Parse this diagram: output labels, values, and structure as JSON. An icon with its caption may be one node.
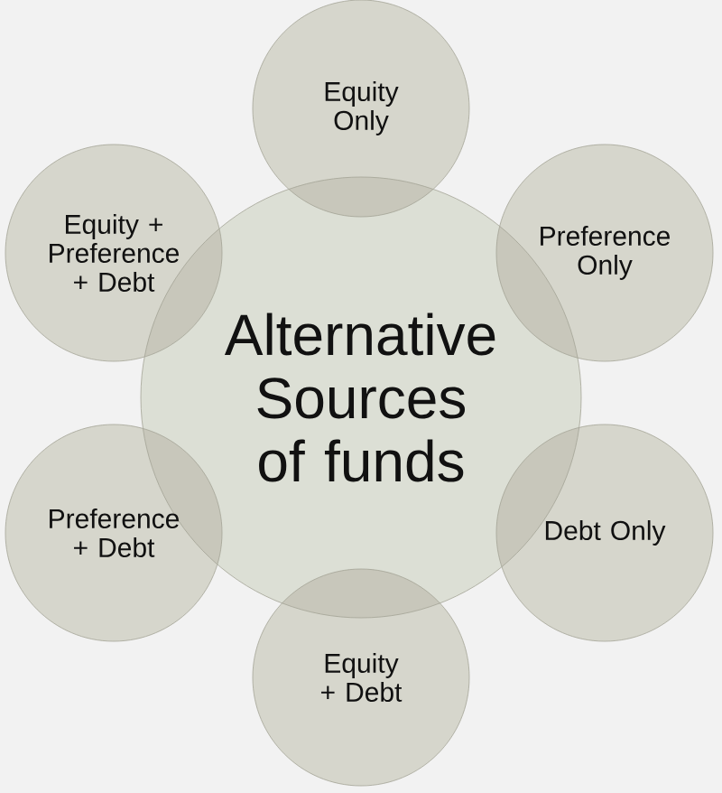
{
  "diagram": {
    "nodes": [
      {
        "text": [
          "Alternative Sources of funds"
        ]
      },
      {
        "text": [
          "Equity Only"
        ]
      },
      {
        "text": [
          "Equity + Preference + Debt"
        ]
      },
      {
        "text": [
          "Preference Only"
        ]
      },
      {
        "text": [
          "Preference + Debt"
        ]
      },
      {
        "text": [
          "Debt Only"
        ]
      },
      {
        "text": [
          "Equity + Debt"
        ]
      }
    ]
  }
}
